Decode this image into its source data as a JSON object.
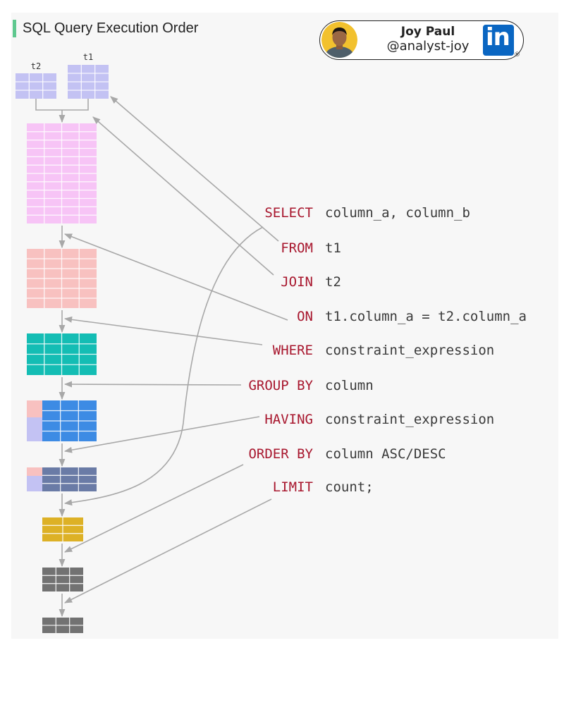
{
  "header": {
    "title": "SQL Query Execution Order",
    "accent_color": "#5fc88f"
  },
  "author": {
    "name": "Joy Paul",
    "handle": "@analyst-joy",
    "avatar_icon": "person-avatar-icon",
    "network_icon": "linkedin-icon",
    "network_label": "in"
  },
  "tables": {
    "t2_label": "t2",
    "t1_label": "t1"
  },
  "clauses": [
    {
      "keyword": "SELECT",
      "expression": "column_a, column_b"
    },
    {
      "keyword": "FROM",
      "expression": "t1"
    },
    {
      "keyword": "JOIN",
      "expression": "t2"
    },
    {
      "keyword": "ON",
      "expression": "t1.column_a = t2.column_a"
    },
    {
      "keyword": "WHERE",
      "expression": "constraint_expression"
    },
    {
      "keyword": "GROUP BY",
      "expression": "column"
    },
    {
      "keyword": "HAVING",
      "expression": "constraint_expression"
    },
    {
      "keyword": "ORDER BY",
      "expression": "column ASC/DESC"
    },
    {
      "keyword": "LIMIT",
      "expression": "count;"
    }
  ],
  "colors": {
    "keyword": "#a8172e",
    "expression": "#3a3a3a",
    "arrow": "#a8a8a8",
    "t1": "#c3c2f3",
    "join": "#f7c4f6",
    "on": "#f8c1c0",
    "where": "#14bdb4",
    "group_by": "#3d8be4",
    "having": "#6a7ba6",
    "select": "#ddb126",
    "order_by": "#727272",
    "limit": "#727272"
  }
}
